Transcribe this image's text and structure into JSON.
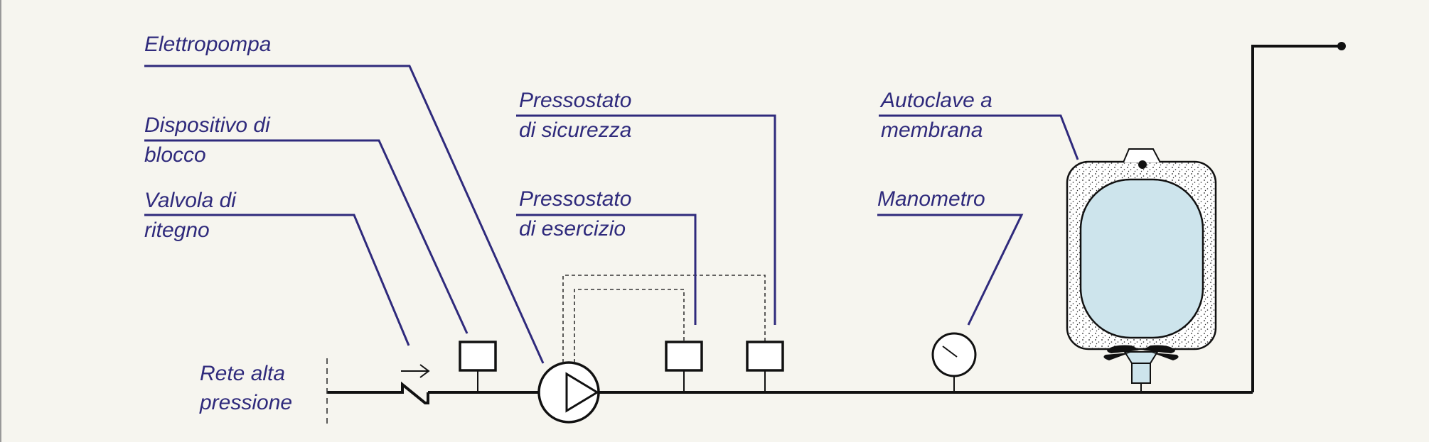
{
  "labels": {
    "elettropompa": "Elettropompa",
    "dispositivo_line1": "Dispositivo di",
    "dispositivo_line2": "blocco",
    "valvola_line1": "Valvola di",
    "valvola_line2": "ritegno",
    "rete_line1": "Rete alta",
    "rete_line2": "pressione",
    "press_sicurezza_line1": "Pressostato",
    "press_sicurezza_line2": "di sicurezza",
    "press_esercizio_line1": "Pressostato",
    "press_esercizio_line2": "di esercizio",
    "autoclave_line1": "Autoclave a",
    "autoclave_line2": "membrana",
    "manometro": "Manometro"
  },
  "colors": {
    "background": "#f6f5ef",
    "label": "#2f2a7c",
    "pipe": "#111111",
    "membrane": "#cde4ec"
  },
  "icons": [
    "check-valve-icon",
    "pump-icon",
    "pressure-gauge-icon",
    "pressure-switch-icon",
    "membrane-tank-icon"
  ]
}
